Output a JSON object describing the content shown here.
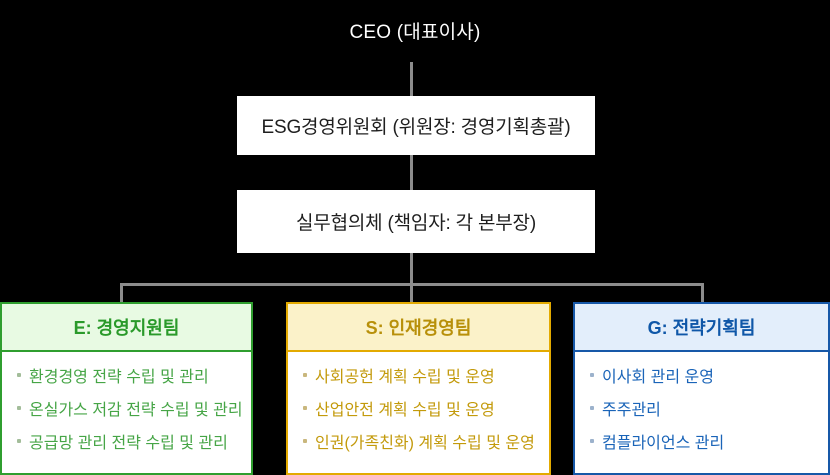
{
  "org_chart": {
    "root_label": "CEO (대표이사)",
    "committee_label": "ESG경영위원회 (위원장: 경영기획총괄)",
    "council_label": "실무협의체 (책임자: 각 본부장)",
    "teams": [
      {
        "code": "E",
        "title": "E: 경영지원팀",
        "accent_color": "#2f9e2f",
        "header_bg": "#e8fae3",
        "items": [
          "환경경영 전략 수립 및 관리",
          "온실가스 저감 전략 수립 및 관리",
          "공급망 관리 전략 수립 및 관리"
        ]
      },
      {
        "code": "S",
        "title": "S: 인재경영팀",
        "accent_color": "#e3aa00",
        "header_bg": "#fbf2c9",
        "items": [
          "사회공헌 계획 수립 및 운영",
          "산업안전 계획 수립 및 운영",
          "인권(가족친화) 계획 수립 및 운영"
        ]
      },
      {
        "code": "G",
        "title": "G: 전략기획팀",
        "accent_color": "#1758a8",
        "header_bg": "#e3eefb",
        "items": [
          "이사회 관리 운영",
          "주주관리",
          "컴플라이언스 관리"
        ]
      }
    ],
    "connector_color": "#8c8c8c",
    "background_color": "#000000",
    "node_background": "#ffffff"
  }
}
